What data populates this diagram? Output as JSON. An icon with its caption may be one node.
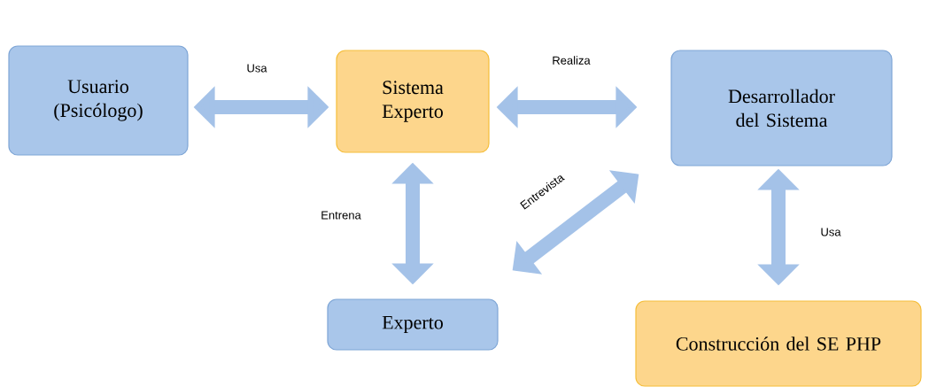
{
  "diagram": {
    "nodes": [
      {
        "text": [
          "Usuario (Psicólogo)"
        ]
      },
      {
        "text": [
          "Sistema Experto"
        ]
      },
      {
        "text": [
          "Desarrollador del Sistema"
        ]
      },
      {
        "text": [
          "Experto"
        ]
      },
      {
        "text": [
          "Construcción del SE PHP"
        ]
      }
    ],
    "edges": [
      {
        "from": 0,
        "to": 1,
        "arrow": "both",
        "label": "Usa"
      },
      {
        "from": 1,
        "to": 2,
        "arrow": "both",
        "label": "Realiza"
      },
      {
        "from": 1,
        "to": 3,
        "arrow": "both",
        "label": "Entrena"
      },
      {
        "from": 3,
        "to": 2,
        "arrow": "both",
        "label": "Entrevista"
      },
      {
        "from": 2,
        "to": 4,
        "arrow": "both",
        "label": "Usa"
      }
    ]
  }
}
